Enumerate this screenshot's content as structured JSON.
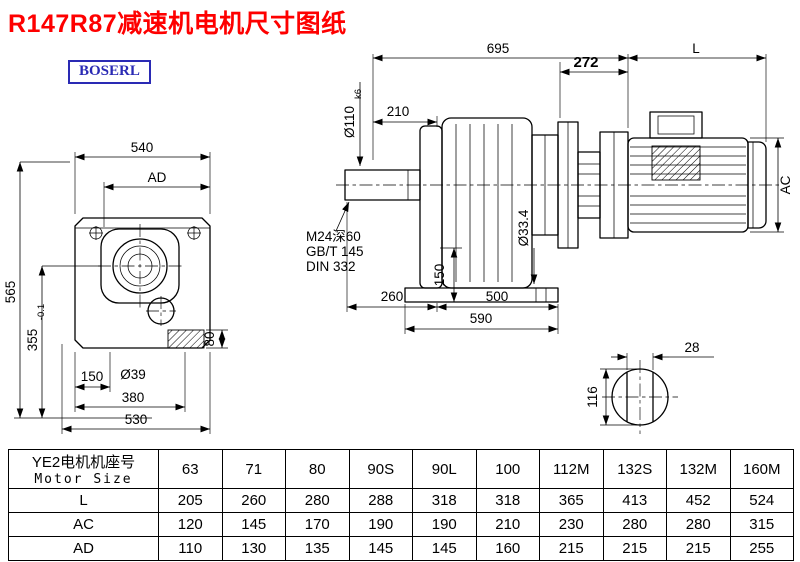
{
  "title": "R147R87减速机电机尺寸图纸",
  "logo": "BOSERL",
  "front_view": {
    "d540": "540",
    "ad": "AD",
    "d565": "565",
    "d355": "355",
    "d355_tol": "-0.1",
    "d150": "150",
    "d39": "Ø39",
    "d380": "380",
    "d530": "530",
    "d80": "80"
  },
  "side_view": {
    "d695": "695",
    "d272": "272",
    "L": "L",
    "d110": "Ø110",
    "d110_tol": "k6",
    "d210": "210",
    "thread_line1": "M24深60",
    "thread_line2": "GB/T 145",
    "thread_line3": "DIN 332",
    "d334": "Ø33.4",
    "d150": "150",
    "d260": "260",
    "d500": "500",
    "d590": "590",
    "ac": "AC"
  },
  "shaft_view": {
    "d28": "28",
    "d116": "116"
  },
  "table": {
    "header_cn": "YE2电机机座号",
    "header_en": "Motor Size",
    "columns": [
      "63",
      "71",
      "80",
      "90S",
      "90L",
      "100",
      "112M",
      "132S",
      "132M",
      "160M"
    ],
    "rows": [
      {
        "label": "L",
        "values": [
          "205",
          "260",
          "280",
          "288",
          "318",
          "318",
          "365",
          "413",
          "452",
          "524"
        ]
      },
      {
        "label": "AC",
        "values": [
          "120",
          "145",
          "170",
          "190",
          "190",
          "210",
          "230",
          "280",
          "280",
          "315"
        ]
      },
      {
        "label": "AD",
        "values": [
          "110",
          "130",
          "135",
          "145",
          "145",
          "160",
          "215",
          "215",
          "215",
          "255"
        ]
      }
    ]
  }
}
